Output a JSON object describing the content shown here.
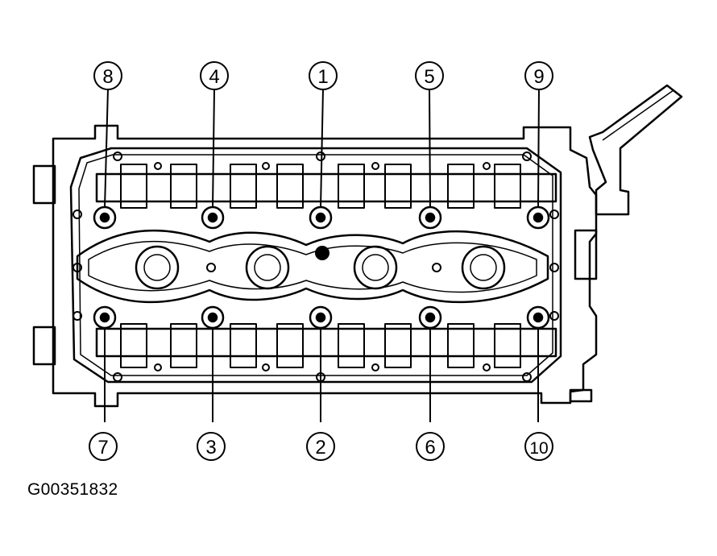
{
  "figure_id": "G00351832",
  "callouts": {
    "top": [
      "8",
      "4",
      "1",
      "5",
      "9"
    ],
    "bottom": [
      "7",
      "3",
      "2",
      "6",
      "10"
    ]
  },
  "colors": {
    "ink": "#000000",
    "paper": "#ffffff"
  }
}
